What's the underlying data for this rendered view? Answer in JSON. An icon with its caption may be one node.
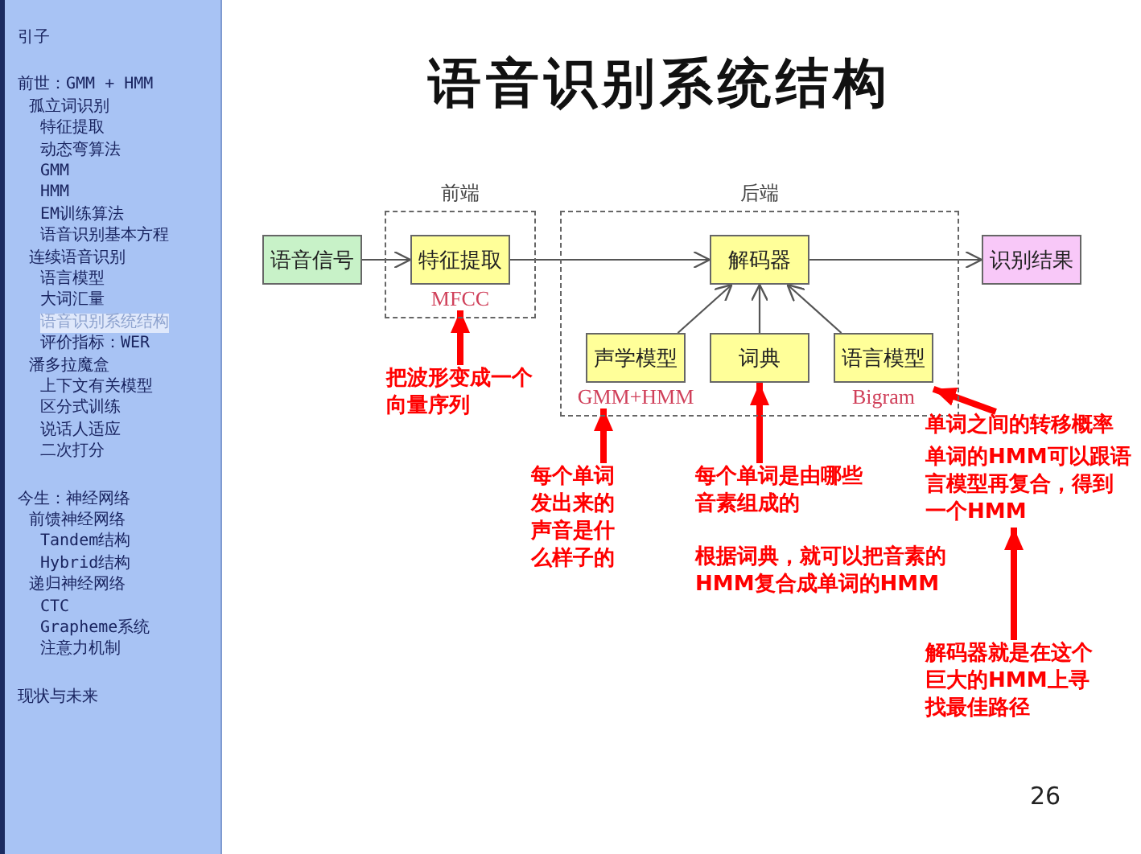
{
  "diagram": {
    "title": "语音识别系统结构",
    "nodes": [
      {
        "text": [
          "前端"
        ]
      },
      {
        "text": [
          "语音信号"
        ]
      },
      {
        "text": [
          "特征提取"
        ],
        "in": 0,
        "beside": [
          "MFCC"
        ]
      },
      {
        "text": [
          "后端"
        ]
      },
      {
        "text": [
          "解码器"
        ],
        "in": 3
      },
      {
        "text": [
          "声学模型"
        ],
        "in": 3,
        "beside": [
          "GMM+HMM"
        ]
      },
      {
        "text": [
          "词典"
        ],
        "in": 3
      },
      {
        "text": [
          "语言模型"
        ],
        "in": 3,
        "beside": [
          "Bigram"
        ]
      },
      {
        "text": [
          "识别结果"
        ]
      },
      {
        "text": [
          "把波形变成一个向量序列"
        ]
      },
      {
        "text": [
          "每个单词发出来的声音是什么样子的"
        ]
      },
      {
        "text": [
          "每个单词是由哪些音素组成的"
        ]
      },
      {
        "text": [
          "单词之间的转移概率"
        ]
      },
      {
        "text": [
          "单词的HMM可以跟语言模型再复合，得到一个HMM"
        ]
      },
      {
        "text": [
          "解码器就是在这个巨大的HMM上寻找最佳路径"
        ]
      }
    ],
    "edges": [
      {
        "from": 1,
        "to": 2,
        "arrow": "to"
      },
      {
        "from": 2,
        "to": 4,
        "arrow": "to"
      },
      {
        "from": 4,
        "to": 8,
        "arrow": "to"
      },
      {
        "from": 5,
        "to": 4,
        "arrow": "to"
      },
      {
        "from": 6,
        "to": 4,
        "arrow": "to"
      },
      {
        "from": 7,
        "to": 4,
        "arrow": "to"
      },
      {
        "from": 9,
        "to": 2,
        "arrow": "to",
        "style": "thick",
        "color": "#ff0000"
      },
      {
        "from": 10,
        "to": 5,
        "arrow": "to",
        "style": "thick",
        "color": "#ff0000"
      },
      {
        "from": 11,
        "to": 6,
        "arrow": "to",
        "style": "thick",
        "color": "#ff0000"
      },
      {
        "from": 12,
        "to": 7,
        "arrow": "to",
        "style": "thick",
        "color": "#ff0000"
      },
      {
        "from": 14,
        "to": 13,
        "arrow": "to",
        "style": "thick",
        "color": "#ff0000"
      }
    ],
    "labels": [
      "引子",
      "前世：GMM + HMM",
      "孤立词识别",
      "特征提取",
      "动态弯算法",
      "GMM",
      "HMM",
      "EM训练算法",
      "语音识别基本方程",
      "连续语音识别",
      "语言模型",
      "大词汇量",
      "语音识别系统结构",
      "评价指标：WER",
      "潘多拉魔盒",
      "上下文有关模型",
      "区分式训练",
      "说话人适应",
      "二次打分",
      "今生：神经网络",
      "前馈神经网络",
      "Tandem结构",
      "Hybrid结构",
      "递归神经网络",
      "CTC",
      "Grapheme系统",
      "注意力机制",
      "现状与未来",
      "根据词典，就可以把音素的HMM复合成单词的HMM",
      "26"
    ]
  }
}
